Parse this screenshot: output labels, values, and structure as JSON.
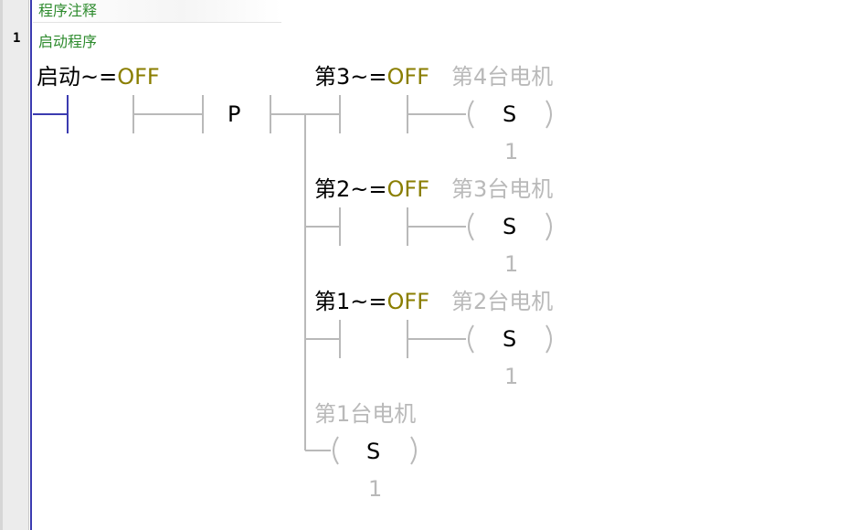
{
  "header": {
    "comment_title": "程序注释"
  },
  "network": {
    "number": "1",
    "title": "启动程序"
  },
  "contacts": {
    "start": {
      "name": "启动~",
      "state": "OFF"
    },
    "edge": {
      "type": "P"
    },
    "n3": {
      "name": "第3~",
      "state": "OFF"
    },
    "n2": {
      "name": "第2~",
      "state": "OFF"
    },
    "n1": {
      "name": "第1~",
      "state": "OFF"
    }
  },
  "coils": {
    "c4": {
      "name": "第4台电机",
      "op": "S",
      "n": "1"
    },
    "c3": {
      "name": "第3台电机",
      "op": "S",
      "n": "1"
    },
    "c2": {
      "name": "第2台电机",
      "op": "S",
      "n": "1"
    },
    "c1": {
      "name": "第1台电机",
      "op": "S",
      "n": "1"
    }
  },
  "colors": {
    "rail": "#3b3bb0",
    "wire": "#b9b9b9",
    "state": "#8a7e00",
    "comment": "#2e8b2e"
  }
}
